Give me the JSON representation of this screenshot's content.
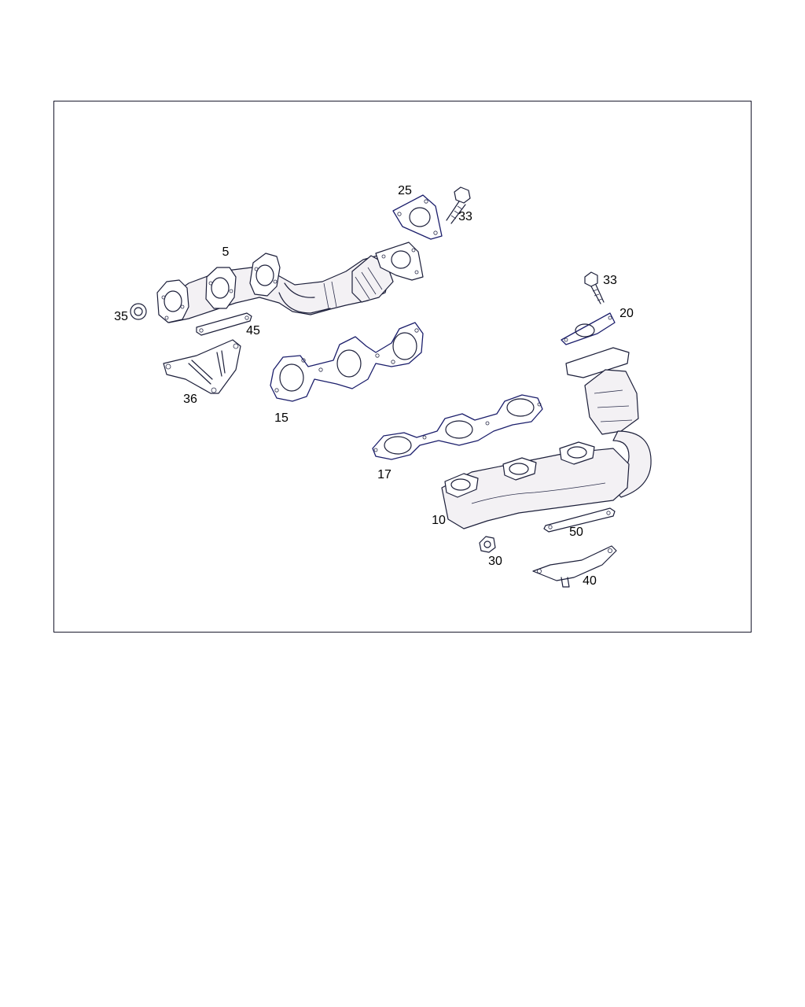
{
  "diagram": {
    "callouts": {
      "p5": "5",
      "p10": "10",
      "p15": "15",
      "p17": "17",
      "p20": "20",
      "p25": "25",
      "p30": "30",
      "p33a": "33",
      "p33b": "33",
      "p35": "35",
      "p36": "36",
      "p40": "40",
      "p45": "45",
      "p50": "50"
    },
    "colors": {
      "line": "#1c1f3a",
      "gasket_line": "#1b1e6b",
      "frame": "#1a1a2e",
      "background": "#ffffff"
    }
  }
}
